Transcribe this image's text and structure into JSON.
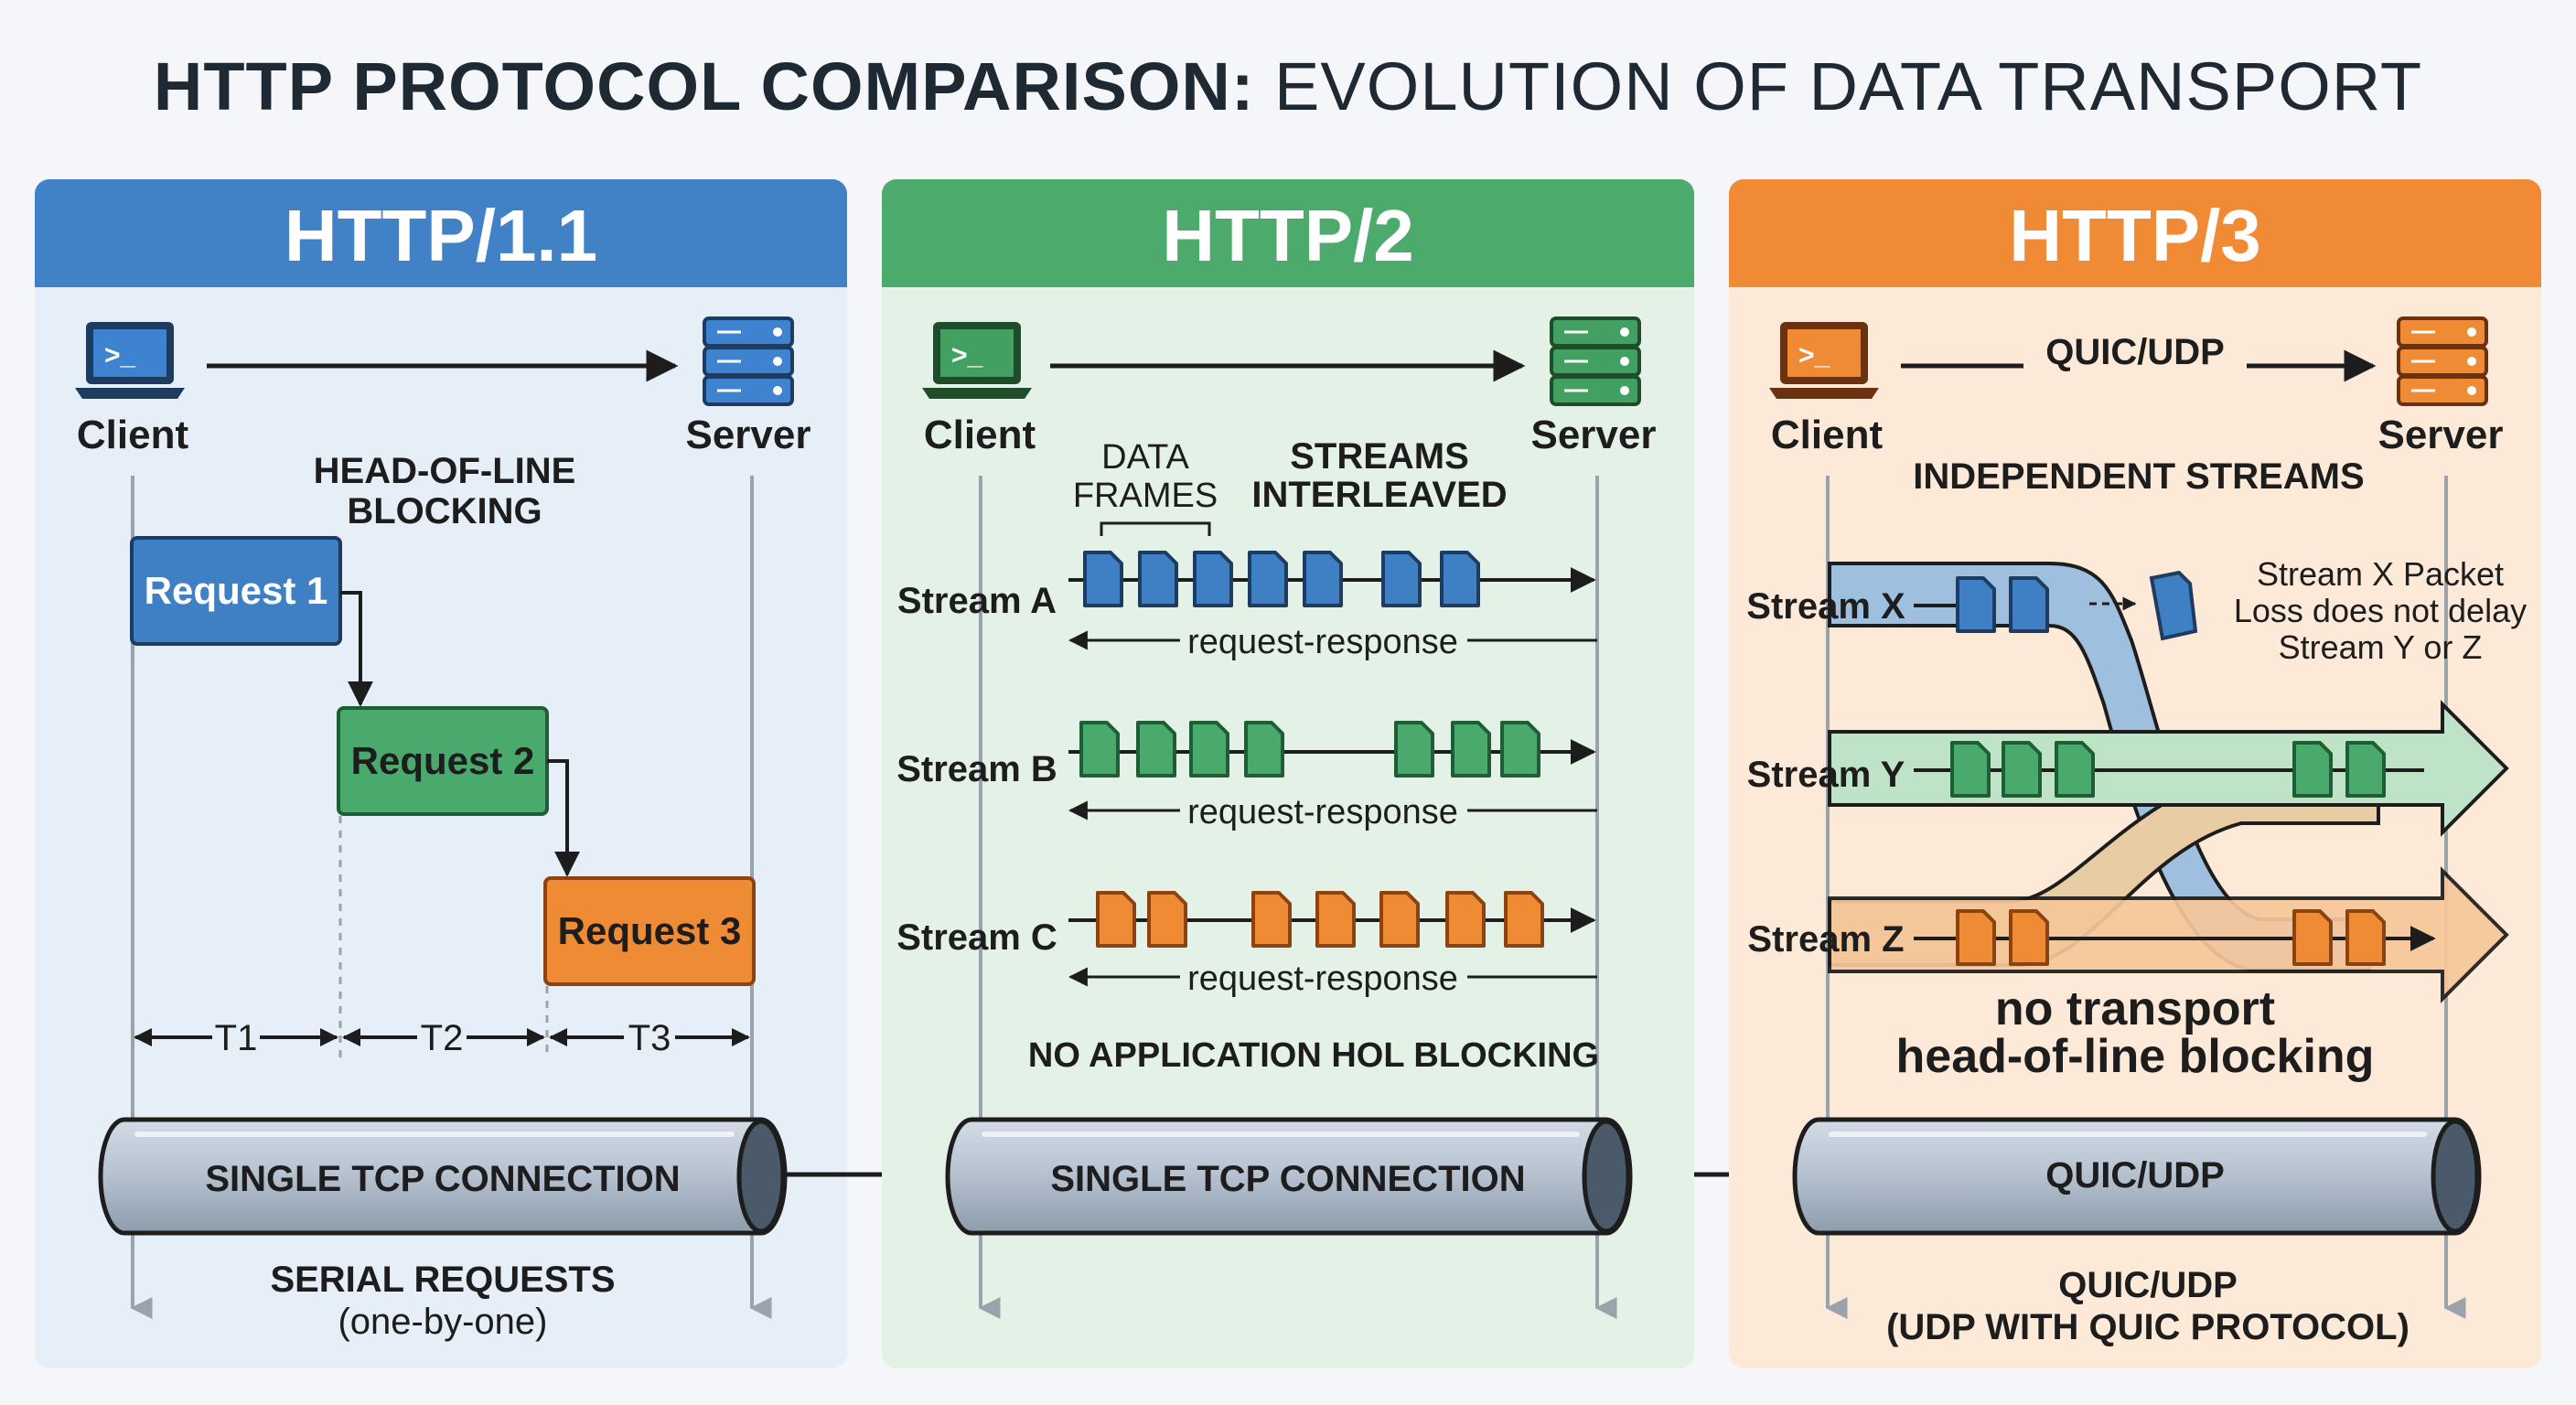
{
  "title": {
    "bold": "HTTP PROTOCOL COMPARISON:",
    "regular": "EVOLUTION OF DATA TRANSPORT"
  },
  "colors": {
    "blue": "#3f7fc4",
    "green": "#4aaa6e",
    "orange": "#ef8a35"
  },
  "panels": [
    {
      "heading": "HTTP/1.1",
      "client": "Client",
      "server": "Server",
      "note": "HEAD-OF-LINE\nBLOCKING",
      "requests": [
        "Request 1",
        "Request 2",
        "Request 3"
      ],
      "times": [
        "T1",
        "T2",
        "T3"
      ],
      "connection": "SINGLE TCP CONNECTION",
      "footer": "SERIAL REQUESTS",
      "footer_sub": "(one-by-one)"
    },
    {
      "heading": "HTTP/2",
      "client": "Client",
      "server": "Server",
      "frames_label": "DATA\nFRAMES",
      "interleaved_label": "STREAMS\nINTERLEAVED",
      "streams": [
        "Stream A",
        "Stream B",
        "Stream C"
      ],
      "response_label": "request-response",
      "note": "NO APPLICATION HOL BLOCKING",
      "connection": "SINGLE TCP CONNECTION"
    },
    {
      "heading": "HTTP/3",
      "client": "Client",
      "server": "Server",
      "transport_label": "QUIC/UDP",
      "note": "INDEPENDENT STREAMS",
      "streams": [
        "Stream X",
        "Stream Y",
        "Stream Z"
      ],
      "loss_note": "Stream X Packet\nLoss does not delay\nStream Y or Z",
      "blocking_note": "no transport\nhead-of-line blocking",
      "connection": "QUIC/UDP",
      "footer": "QUIC/UDP",
      "footer_sub": "(UDP WITH QUIC PROTOCOL)"
    }
  ]
}
